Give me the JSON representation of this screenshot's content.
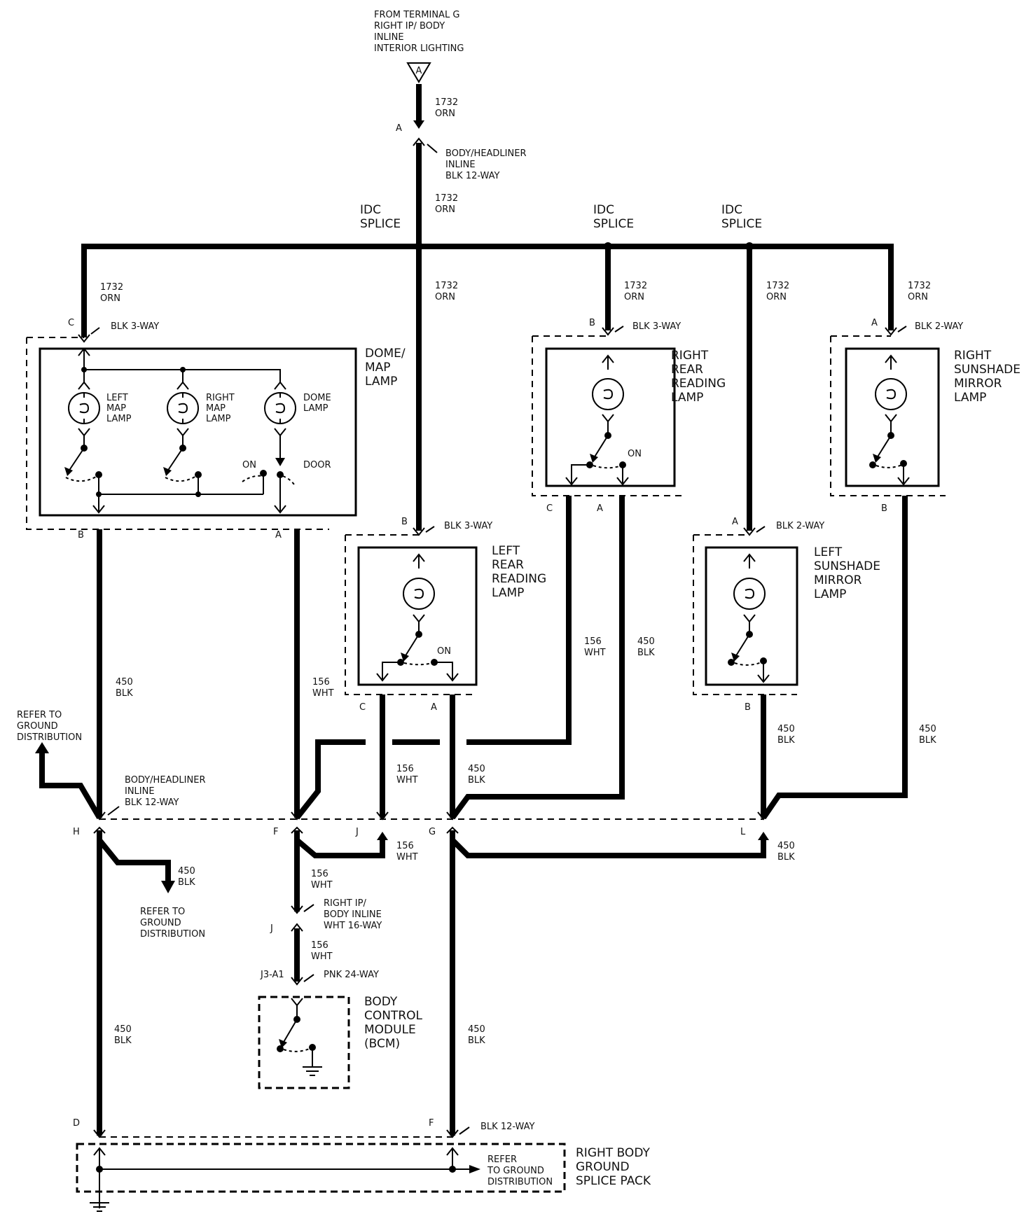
{
  "source": {
    "lines": [
      "FROM TERMINAL G",
      "RIGHT IP/ BODY",
      "INLINE",
      "INTERIOR LIGHTING"
    ],
    "connector": "A"
  },
  "splices": {
    "idc": [
      "IDC",
      "SPLICE"
    ]
  },
  "wires": {
    "w1732": [
      "1732",
      "ORN"
    ],
    "w450": [
      "450",
      "BLK"
    ],
    "w156": [
      "156",
      "WHT"
    ]
  },
  "connectors": {
    "body_headliner_top": [
      "BODY/HEADLINER",
      "INLINE",
      "BLK 12-WAY"
    ],
    "body_headliner_mid": [
      "BODY/HEADLINER",
      "INLINE",
      "BLK 12-WAY"
    ],
    "blk3": "BLK 3-WAY",
    "blk2": "BLK 2-WAY",
    "right_ip": [
      "RIGHT IP/",
      "BODY INLINE",
      "WHT 16-WAY"
    ],
    "pnk24": "PNK 24-WAY",
    "blk12": "BLK 12-WAY"
  },
  "pins": {
    "A": "A",
    "B": "B",
    "C": "C",
    "D": "D",
    "F": "F",
    "G": "G",
    "H": "H",
    "J": "J",
    "L": "L",
    "J3A1": "J3-A1"
  },
  "components": {
    "dome_map": [
      "DOME/",
      "MAP",
      "LAMP"
    ],
    "left_map": [
      "LEFT",
      "MAP",
      "LAMP"
    ],
    "right_map": [
      "RIGHT",
      "MAP",
      "LAMP"
    ],
    "dome": [
      "DOME",
      "LAMP"
    ],
    "right_rear": [
      "RIGHT",
      "REAR",
      "READING",
      "LAMP"
    ],
    "left_rear": [
      "LEFT",
      "REAR",
      "READING",
      "LAMP"
    ],
    "right_sunshade": [
      "RIGHT",
      "SUNSHADE",
      "MIRROR",
      "LAMP"
    ],
    "left_sunshade": [
      "LEFT",
      "SUNSHADE",
      "MIRROR",
      "LAMP"
    ],
    "bcm": [
      "BODY",
      "CONTROL",
      "MODULE",
      "(BCM)"
    ],
    "ground_pack": [
      "RIGHT BODY",
      "GROUND",
      "SPLICE PACK"
    ]
  },
  "switch_labels": {
    "on": "ON",
    "door": "DOOR"
  },
  "refer_ground": [
    "REFER TO",
    "GROUND",
    "DISTRIBUTION"
  ],
  "refer_ground_pack": [
    "REFER",
    "TO GROUND",
    "DISTRIBUTION"
  ]
}
